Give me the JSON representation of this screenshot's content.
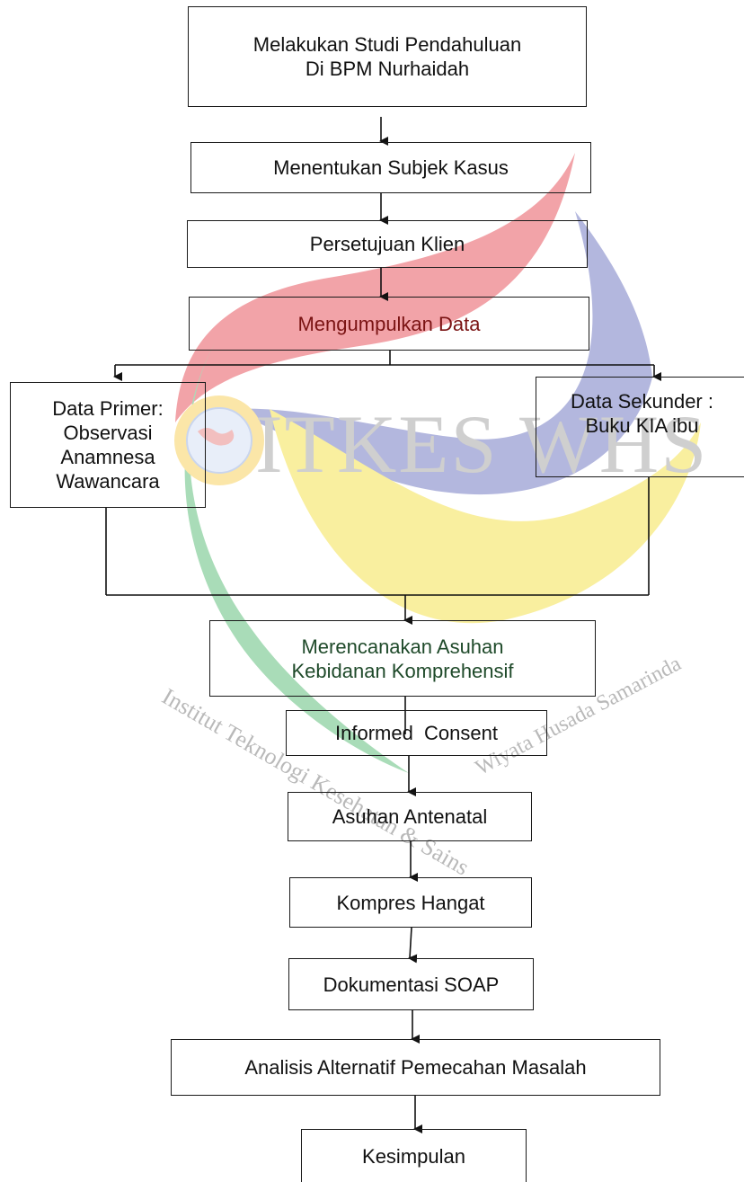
{
  "flowchart": {
    "steps": {
      "studi": [
        "Melakukan Studi Pendahuluan",
        "Di BPM Nurhaidah"
      ],
      "subjek": "Menentukan Subjek Kasus",
      "persetujuan": "Persetujuan Klien",
      "mengumpulkan": "Mengumpulkan Data",
      "primer": [
        "Data Primer:",
        "Observasi",
        "Anamnesa",
        "Wawancara"
      ],
      "sekunder": [
        "Data Sekunder :",
        "Buku KIA ibu"
      ],
      "merencanakan": [
        "Merencanakan Asuhan",
        "Kebidanan Komprehensif"
      ],
      "informed": "Informed  Consent",
      "antenatal": "Asuhan Antenatal",
      "kompres": "Kompres Hangat",
      "dokumentasi": "Dokumentasi SOAP",
      "analisis": "Analisis Alternatif Pemecahan Masalah",
      "kesimpulan": "Kesimpulan"
    }
  },
  "watermark": {
    "title": "ITKES WHS",
    "tagline_left": "Institut Teknologi Kesehatan & Sains",
    "tagline_right": "Wiyata Husada Samarinda",
    "colors": {
      "red": "#f2a3a8",
      "blue": "#b3b7de",
      "green": "#a9dcb8",
      "yellow": "#f9ef9f",
      "text": "#b5b5b5"
    }
  }
}
